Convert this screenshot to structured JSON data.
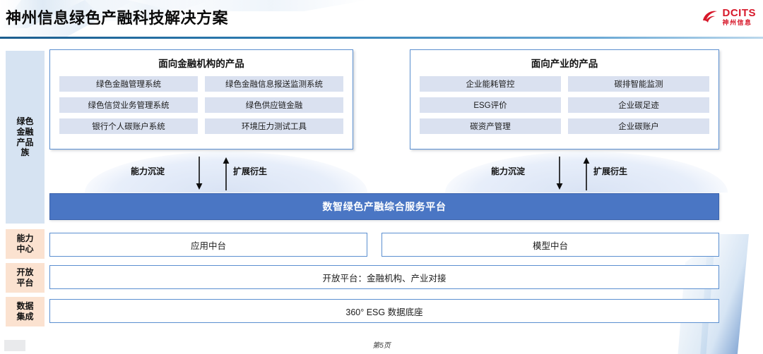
{
  "header": {
    "title": "神州信息绿色产融科技解决方案",
    "logo_en": "DCITS",
    "logo_cn": "神州信息",
    "logo_color": "#d7182a",
    "rule_color": "#1b5d8e"
  },
  "sidebar": {
    "items": [
      {
        "id": "green-family",
        "label": "绿色\n金融\n产品\n族",
        "tone": "blue",
        "color": "#d6e3f2"
      },
      {
        "id": "ability",
        "label": "能力\n中心",
        "tone": "orange",
        "color": "#fbe2d0"
      },
      {
        "id": "open",
        "label": "开放\n平台",
        "tone": "orange",
        "color": "#fbe2d0"
      },
      {
        "id": "data",
        "label": "数据\n集成",
        "tone": "orange",
        "color": "#fbe2d0"
      }
    ]
  },
  "product_boxes": [
    {
      "id": "financial",
      "title": "面向金融机构的产品",
      "items": [
        "绿色金融管理系统",
        "绿色金融信息报送监测系统",
        "绿色信贷业务管理系统",
        "绿色供应链金融",
        "银行个人碳账户系统",
        "环境压力测试工具"
      ]
    },
    {
      "id": "industry",
      "title": "面向产业的产品",
      "items": [
        "企业能耗管控",
        "碳排智能监测",
        "ESG评价",
        "企业碳足迹",
        "碳资产管理",
        "企业碳账户"
      ]
    }
  ],
  "flows": [
    {
      "id": "left",
      "down_label": "能力沉淀",
      "up_label": "扩展衍生"
    },
    {
      "id": "right",
      "down_label": "能力沉淀",
      "up_label": "扩展衍生"
    }
  ],
  "platform": {
    "label": "数智绿色产融综合服务平台",
    "color": "#4a76c4",
    "text_color": "#ffffff"
  },
  "middle_rows": {
    "center_app": "应用中台",
    "center_model": "模型中台",
    "open_platform": "开放平台：金融机构、产业对接",
    "data_base": "360° ESG 数据底座"
  },
  "footer": {
    "page_label": "第5页"
  }
}
